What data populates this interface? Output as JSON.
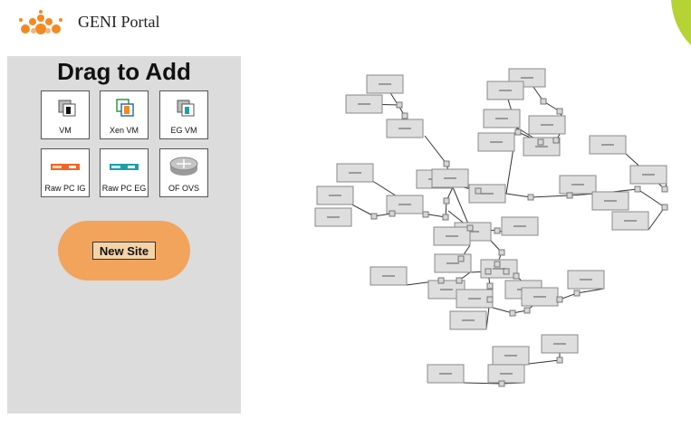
{
  "header": {
    "title": "GENI Portal"
  },
  "palette": {
    "title": "Drag to Add",
    "items": [
      {
        "label": "VM",
        "icon": "vm-icon"
      },
      {
        "label": "Xen VM",
        "icon": "xen-vm-icon"
      },
      {
        "label": "EG VM",
        "icon": "eg-vm-icon"
      },
      {
        "label": "Raw PC IG",
        "icon": "raw-pc-ig-icon"
      },
      {
        "label": "Raw PC EG",
        "icon": "raw-pc-eg-icon"
      },
      {
        "label": "OF OVS",
        "icon": "of-ovs-icon"
      }
    ],
    "new_site_label": "New Site"
  },
  "colors": {
    "palette_bg": "#dcdcdc",
    "new_site_bg": "#f2a45c",
    "new_site_button": "#f5d3a8",
    "ig_orange": "#f26522",
    "eg_teal": "#1aa0a8",
    "leaf_green": "#b5d334"
  }
}
